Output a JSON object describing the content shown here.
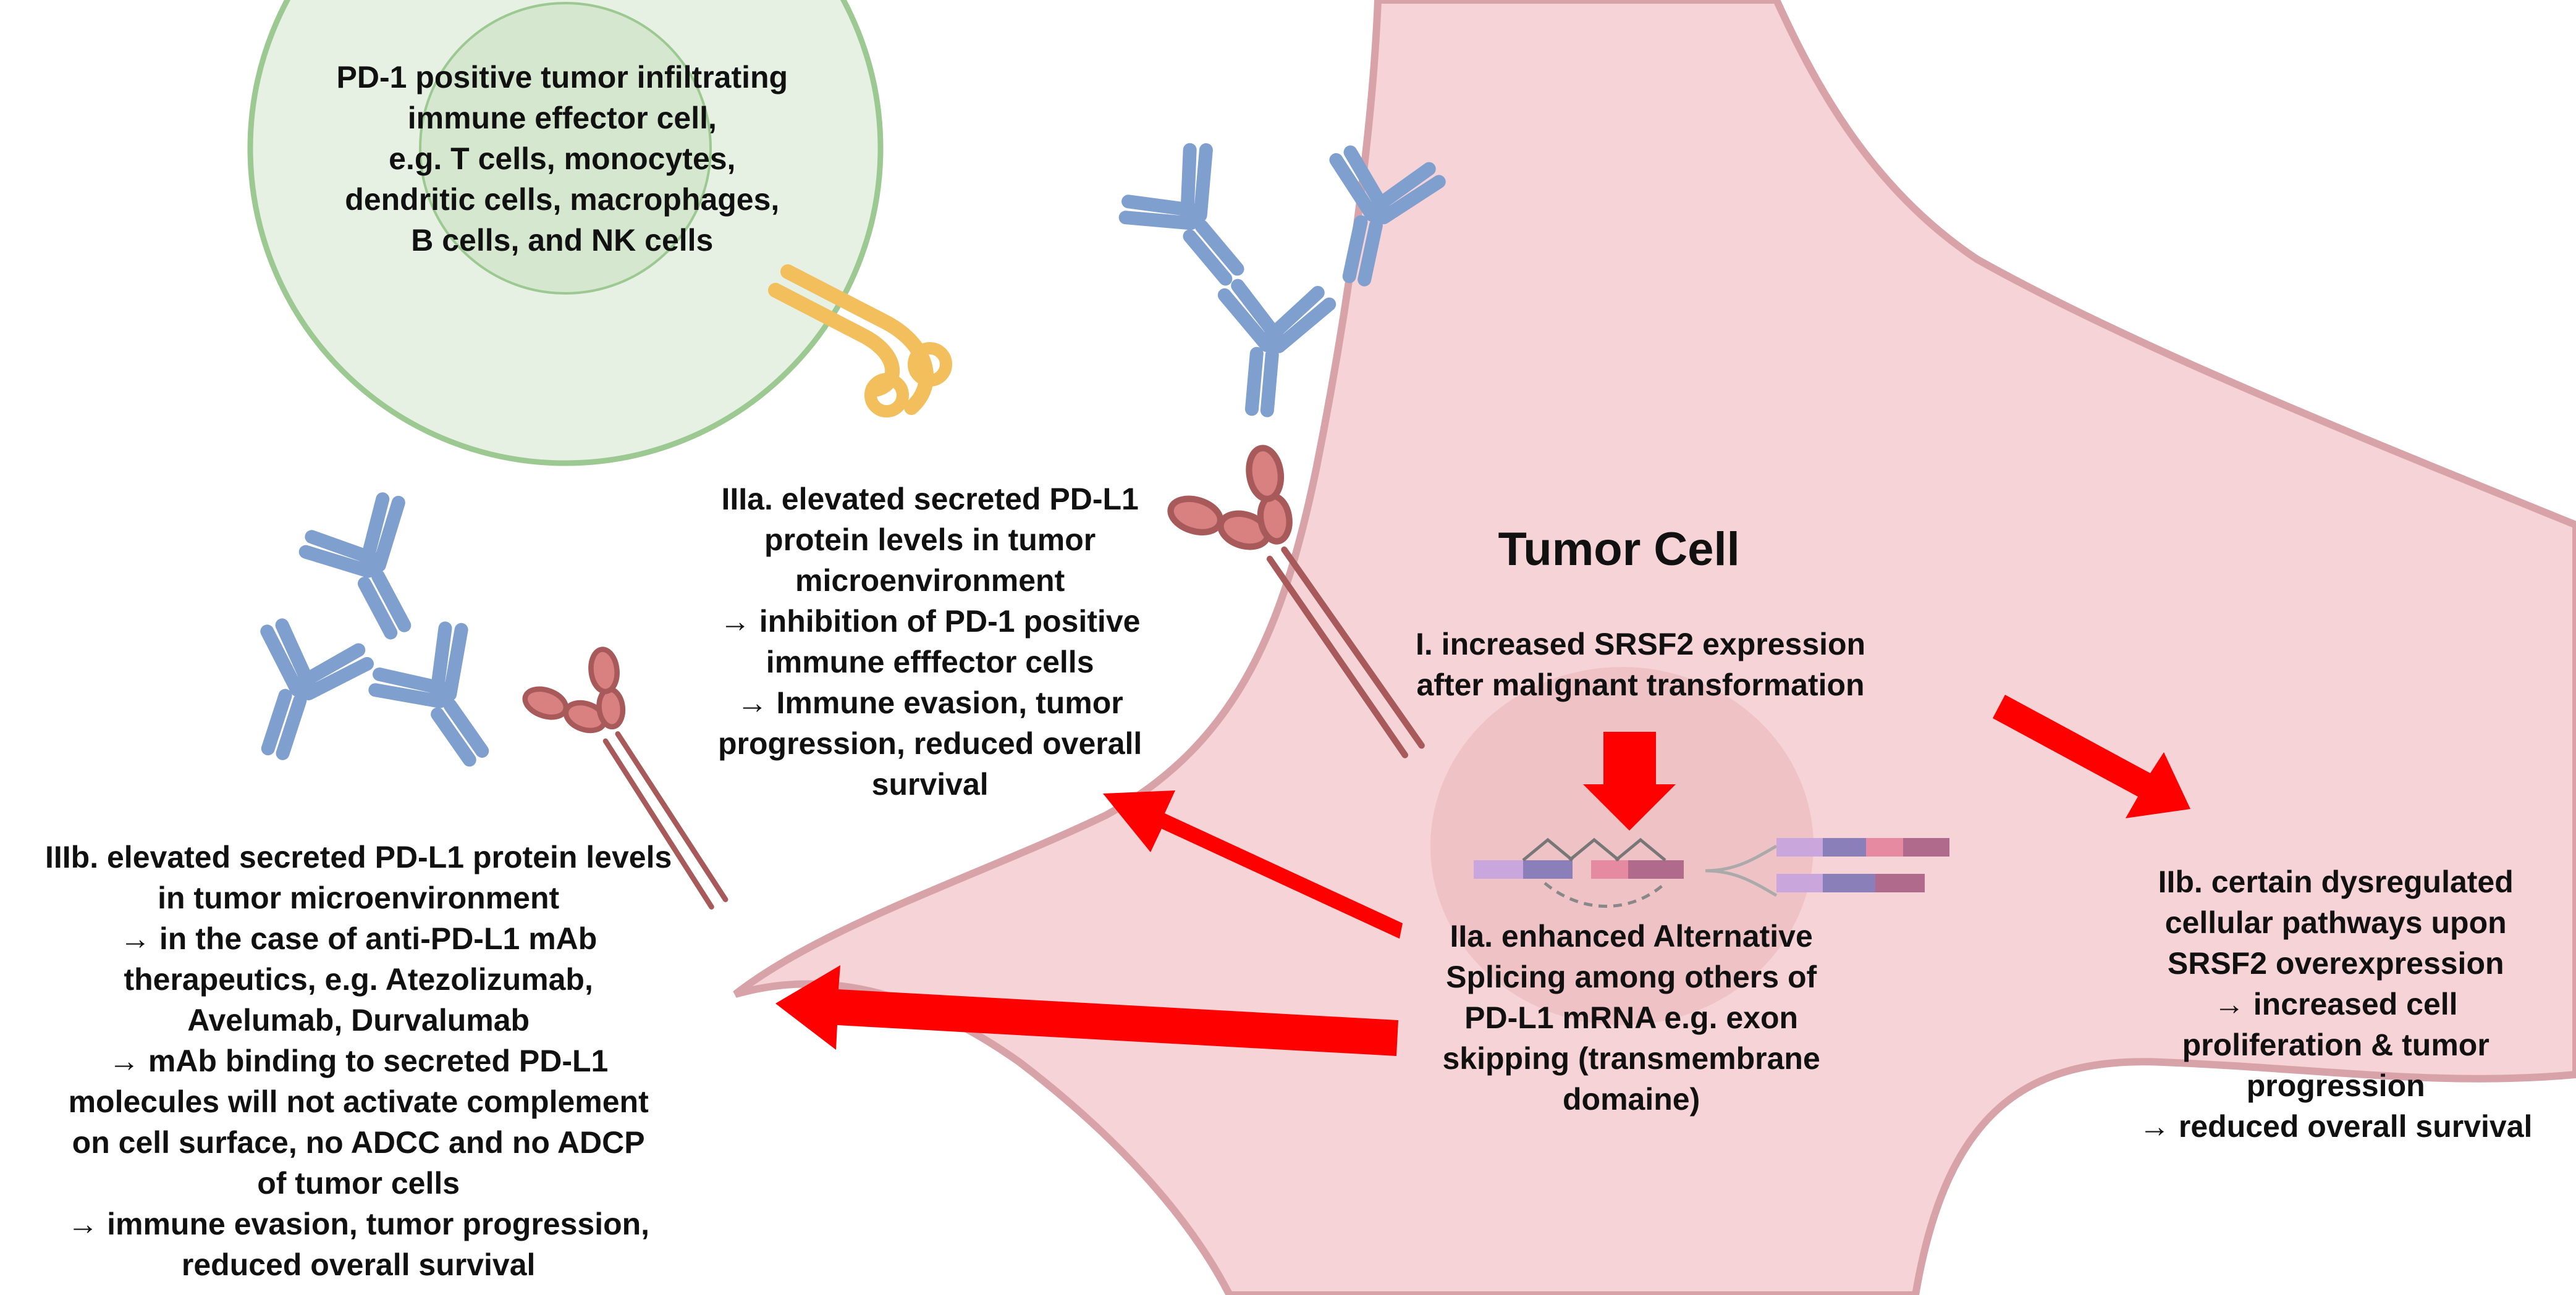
{
  "diagram": {
    "tumor_cell_title": "Tumor Cell",
    "immune_cell_label": [
      "PD-1 positive tumor infiltrating",
      "immune effector cell,",
      "e.g. T cells, monocytes,",
      "dendritic cells, macrophages,",
      "B cells, and NK cells"
    ],
    "step_I": [
      "I. increased SRSF2 expression",
      "after malignant transformation"
    ],
    "step_IIa": [
      "IIa. enhanced Alternative",
      "Splicing among others of",
      "PD-L1 mRNA e.g. exon",
      "skipping (transmembrane",
      "domaine)"
    ],
    "step_IIb": [
      "IIb. certain dysregulated",
      "cellular pathways upon",
      "SRSF2 overexpression",
      "→ increased cell",
      "proliferation & tumor",
      "progression",
      "→ reduced overall survival"
    ],
    "step_IIIa": [
      "IIIa. elevated secreted PD-L1",
      "protein levels in tumor",
      "microenvironment",
      "→ inhibition of PD-1 positive",
      "immune efffector cells",
      "→ Immune evasion, tumor",
      "progression, reduced overall",
      "survival"
    ],
    "step_IIIb": [
      "IIIb. elevated secreted PD-L1 protein levels",
      "in tumor microenvironment",
      "→ in the case of anti-PD-L1 mAb",
      "therapeutics, e.g. Atezolizumab,",
      "Avelumab, Durvalumab",
      "→ mAb binding to secreted PD-L1",
      "molecules will not activate complement",
      "on cell surface, no ADCC and no ADCP",
      "of tumor cells",
      "→ immune evasion, tumor progression,",
      "reduced overall survival"
    ]
  },
  "colors": {
    "tumor_fill": "#f6d3d6",
    "tumor_edge": "#d8a3a8",
    "nucleus_fill": "#efc3c6",
    "immune_outer": "#e6f1e3",
    "immune_inner": "#d5e8cf",
    "immune_edge": "#9cc991",
    "pd1_receptor": "#f2bf5c",
    "antibody": "#7f9fcf",
    "pdl1_head": "#d98080",
    "pdl1_stalk": "#a85a5a",
    "arrow": "#ff0000"
  }
}
